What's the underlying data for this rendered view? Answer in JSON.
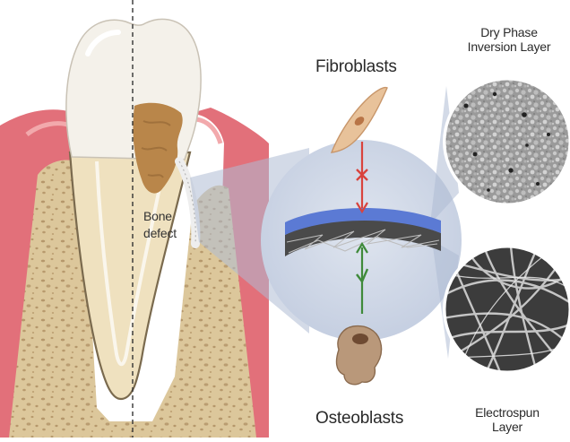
{
  "labels": {
    "fibroblasts": "Fibroblasts",
    "osteoblasts": "Osteoblasts",
    "bone_defect_line1": "Bone",
    "bone_defect_line2": "defect",
    "dry_phase_line1": "Dry Phase",
    "dry_phase_line2": "Inversion Layer",
    "electrospun_line1": "Electrospun",
    "electrospun_line2": "Layer"
  },
  "colors": {
    "gum": "#e2707a",
    "gum_light": "#f2a9ac",
    "bone": "#dcc79b",
    "bone_spot": "#a8875a",
    "enamel": "#f4f1ea",
    "calculus": "#b9864a",
    "membrane_top": "#5b7ad4",
    "membrane_fiber": "#3a3a3a",
    "blocked_arrow": "#d9433d",
    "allowed_arrow": "#3f8a3a",
    "zoom_circle": "#c9d2e3",
    "zoom_cone": "#aebbd3"
  },
  "icons": {
    "blocked_marker": "x-mark-icon",
    "allowed_marker": "check-mark-icon"
  }
}
